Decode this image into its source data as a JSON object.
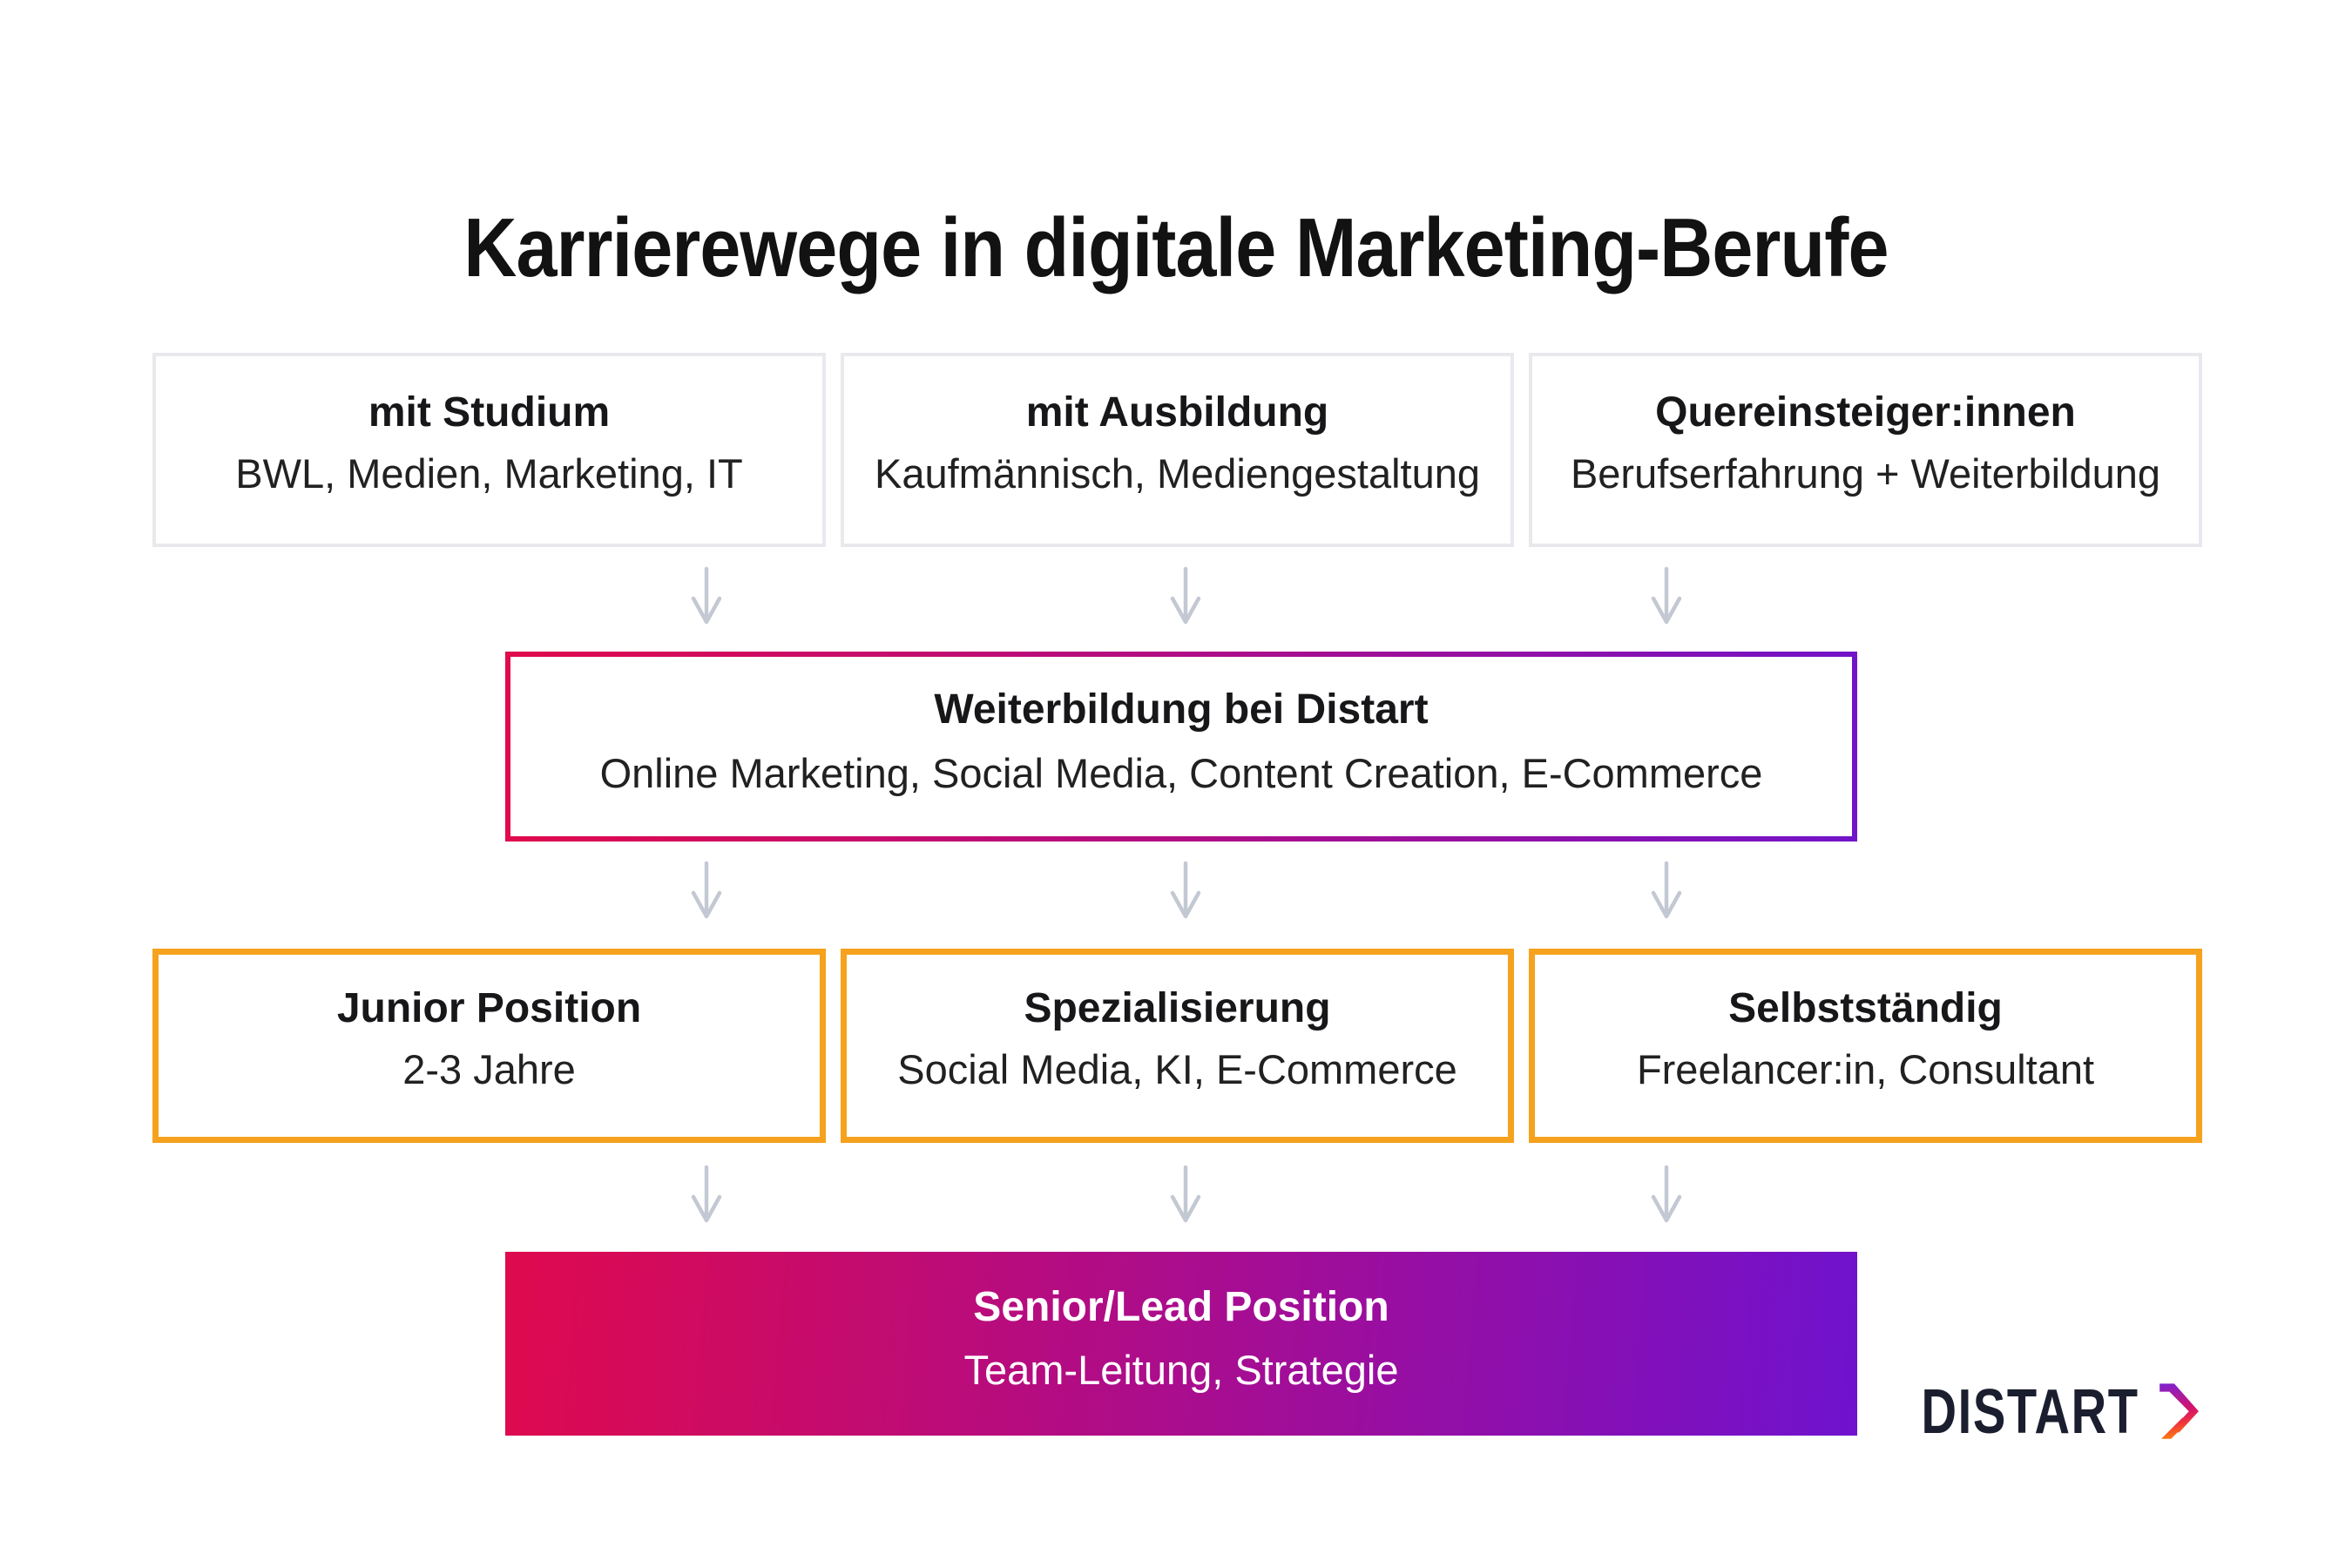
{
  "title": "Karrierewege in digitale Marketing-Berufe",
  "entry_paths": [
    {
      "title": "mit Studium",
      "subtitle": "BWL, Medien, Marketing, IT"
    },
    {
      "title": "mit Ausbildung",
      "subtitle": "Kaufmännisch, Mediengestaltung"
    },
    {
      "title": "Quereinsteiger:innen",
      "subtitle": "Berufserfahrung + Weiterbildung"
    }
  ],
  "training_box": {
    "title": "Weiterbildung bei Distart",
    "subtitle": "Online Marketing, Social Media, Content Creation, E-Commerce"
  },
  "career_paths": [
    {
      "title": "Junior Position",
      "subtitle": "2-3 Jahre"
    },
    {
      "title": "Spezialisierung",
      "subtitle": "Social Media, KI, E-Commerce"
    },
    {
      "title": "Selbstständig",
      "subtitle": "Freelancer:in, Consultant"
    }
  ],
  "senior_box": {
    "title": "Senior/Lead Position",
    "subtitle": "Team-Leitung, Strategie"
  },
  "logo": {
    "text": "DISTART"
  },
  "icons": {
    "connector": "arrow-down-icon",
    "logo_mark": "distart-arrow-icon"
  },
  "colors": {
    "background": "#ffffff",
    "text_dark": "#17171a",
    "gray_card_border": "#e8e9ed",
    "orange_card_border": "#f6a21e",
    "arrow_gray": "#c3c9d3",
    "gradient_start": "#e00a4d",
    "gradient_mid": "#a80d90",
    "gradient_end": "#7013ce",
    "senior_text": "#ffffff",
    "logo_navy": "#1a1e2e",
    "logo_icon_purple": "#7e22ce",
    "logo_icon_red": "#e0164f",
    "logo_icon_orange": "#ff9800"
  }
}
